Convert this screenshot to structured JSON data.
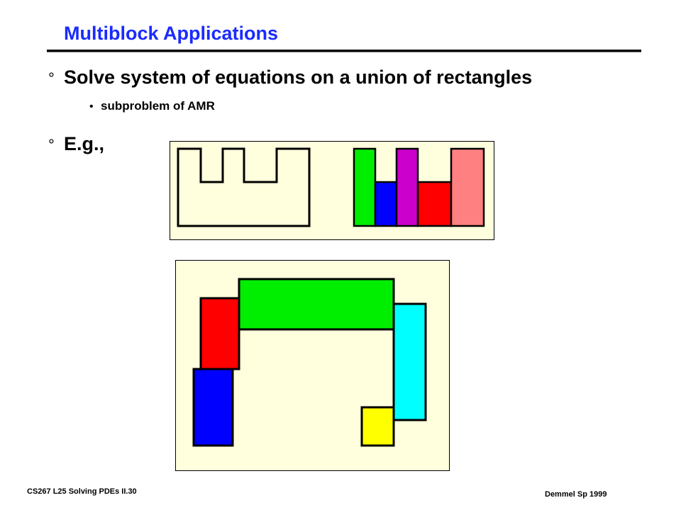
{
  "slide": {
    "title": "Multiblock Applications",
    "bullets": [
      {
        "marker": "°",
        "text": "Solve system of equations on a union of rectangles"
      },
      {
        "marker": "•",
        "text": "subproblem of AMR"
      },
      {
        "marker": "°",
        "text": "E.g.,"
      }
    ]
  },
  "footer": {
    "left": "CS267  L25 Solving PDEs II.30",
    "right": "Demmel Sp 1999"
  },
  "colors": {
    "title": "#1a2bff",
    "panel_bg": "#ffffdd",
    "green": "#00ee00",
    "blue": "#0000ff",
    "magenta": "#cc00cc",
    "red": "#ff0000",
    "pink": "#ff8080",
    "cyan": "#00ffff",
    "yellow": "#ffff00"
  }
}
